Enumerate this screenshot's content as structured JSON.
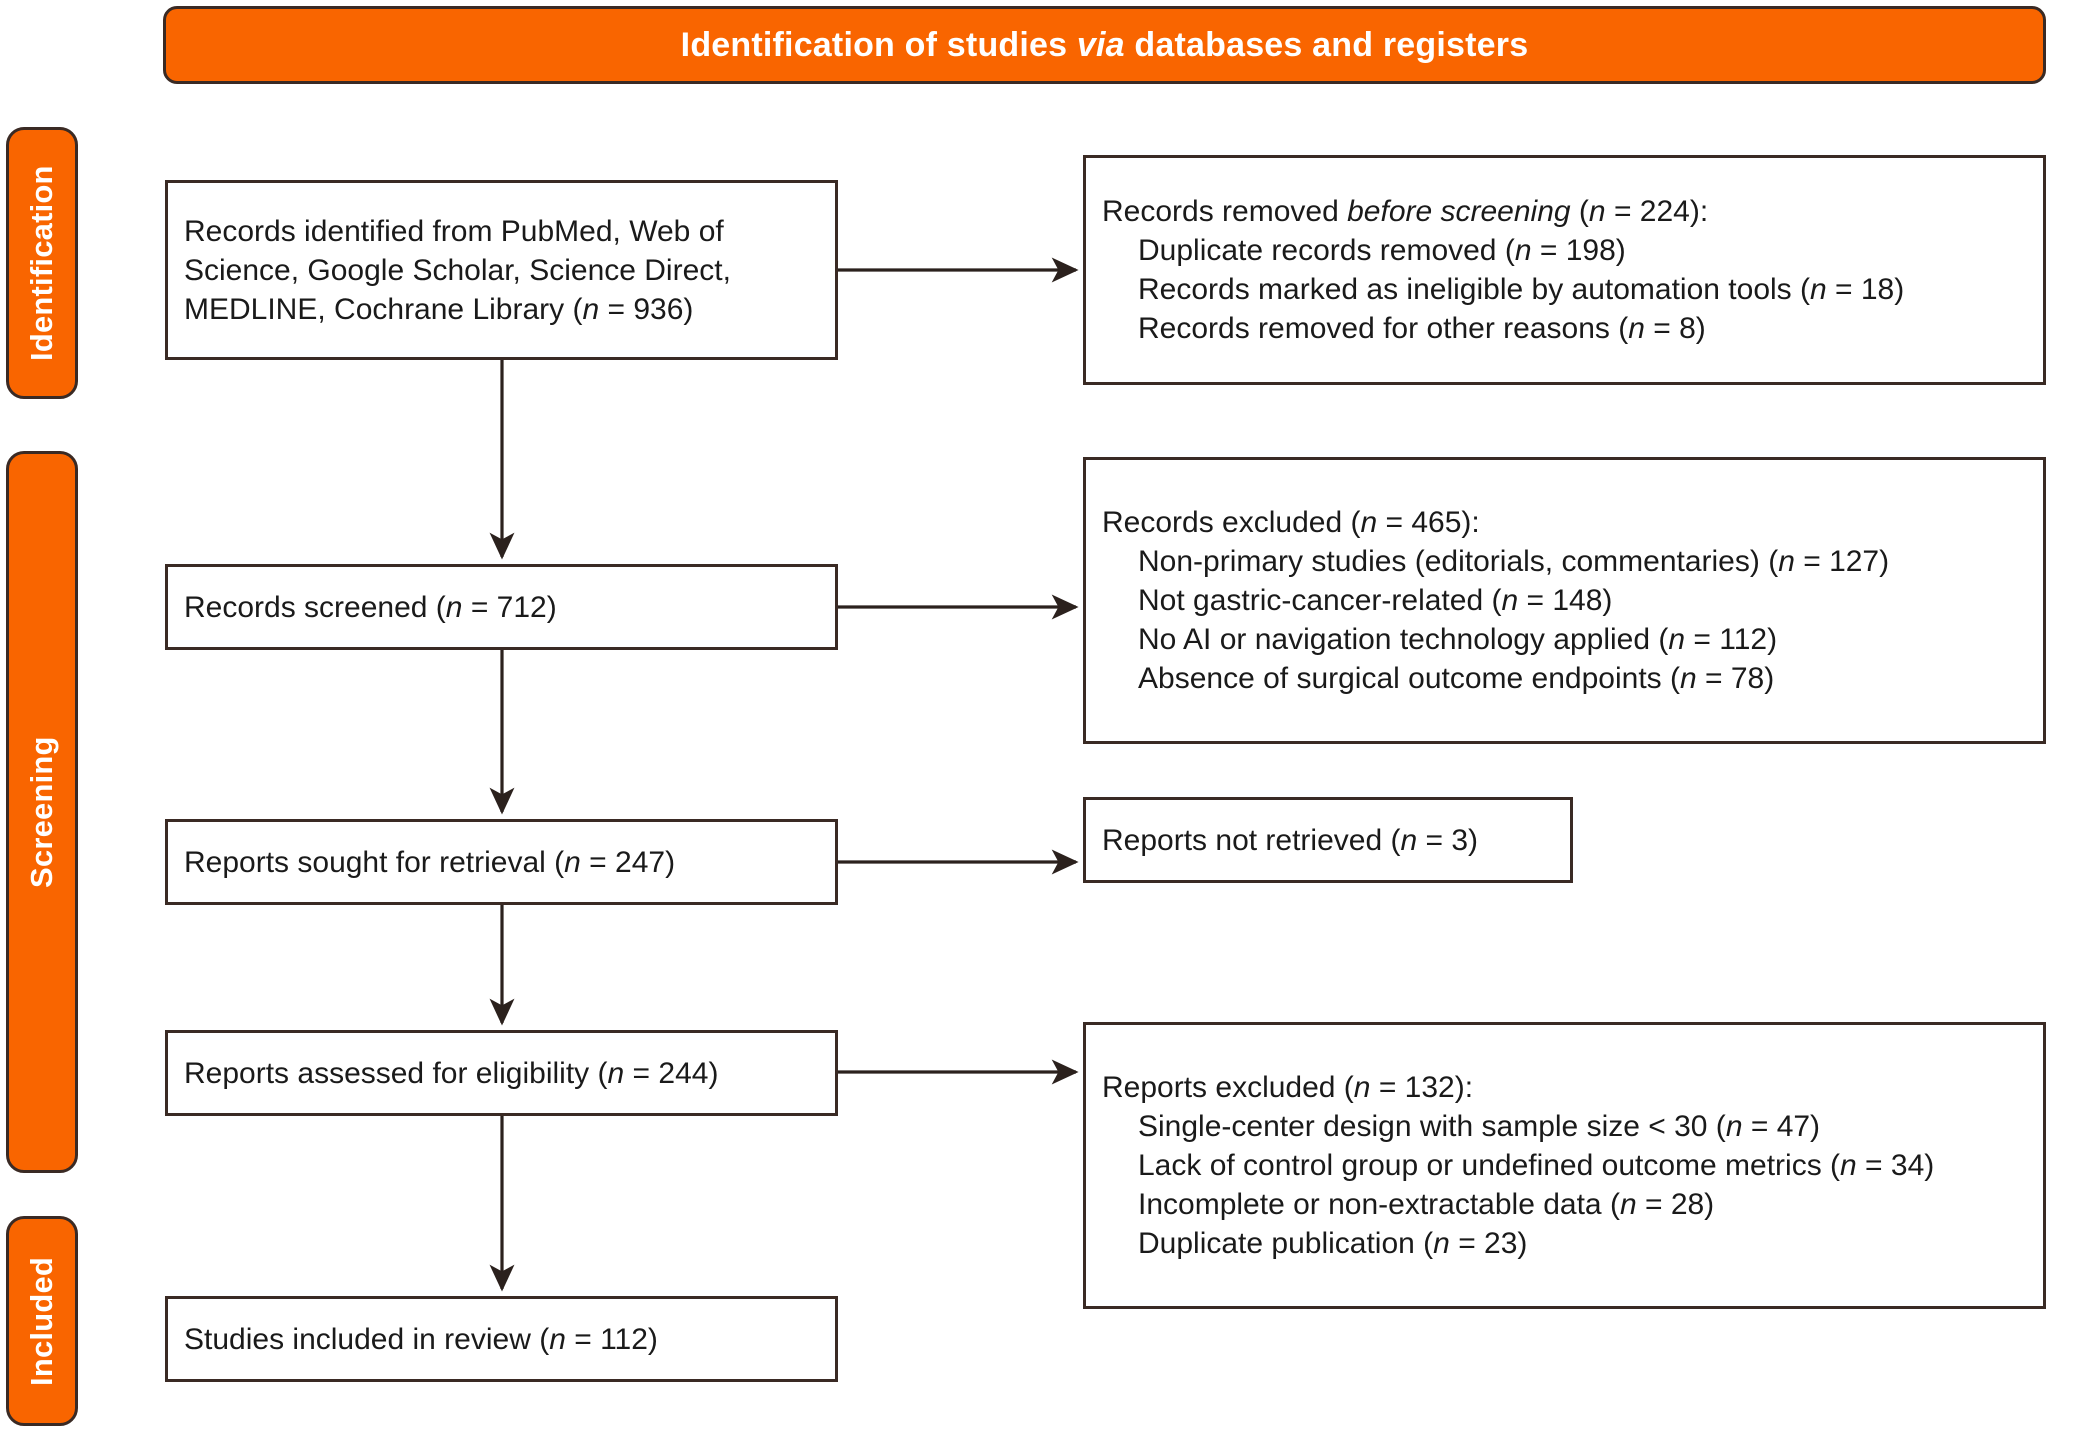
{
  "header": {
    "title_before": "Identification of studies ",
    "title_italic": "via",
    "title_after": " databases and registers"
  },
  "phases": {
    "identification": "Identification",
    "screening": "Screening",
    "included": "Included"
  },
  "boxes": {
    "identified": {
      "lines": [
        "Records identified from PubMed, Web of",
        "Science, Google Scholar, Science Direct,",
        "MEDLINE, Cochrane Library (n = 936)"
      ]
    },
    "screened": {
      "text": "Records screened (n = 712)"
    },
    "sought": {
      "text": "Reports sought for retrieval (n = 247)"
    },
    "assessed": {
      "text": "Reports assessed for eligibility (n = 244)"
    },
    "included": {
      "text": "Studies included in review (n = 112)"
    },
    "removed_before_screening": {
      "heading_before": "Records removed ",
      "heading_italic": "before screening",
      "heading_after": " (n = 224):",
      "items": [
        "Duplicate records removed (n = 198)",
        "Records marked as ineligible by automation tools (n = 18)",
        "Records removed for other reasons (n = 8)"
      ]
    },
    "records_excluded": {
      "heading": "Records excluded (n = 465):",
      "items": [
        "Non-primary studies (editorials, commentaries) (n = 127)",
        "Not gastric-cancer-related (n = 148)",
        "No AI or navigation technology applied (n = 112)",
        "Absence of surgical outcome endpoints (n = 78)"
      ]
    },
    "reports_not_retrieved": {
      "text": "Reports not retrieved (n = 3)"
    },
    "reports_excluded": {
      "heading": "Reports excluded (n = 132):",
      "items": [
        "Single-center design with sample size < 30 (n = 47)",
        "Lack of control group or undefined outcome metrics (n = 34)",
        "Incomplete or non-extractable data (n = 28)",
        "Duplicate publication (n = 23)"
      ]
    }
  },
  "colors": {
    "accent_orange": "#F96500",
    "outline": "#3a2a24",
    "text": "#1a1a1a",
    "banner_text": "#ffffff"
  },
  "chart_data": {
    "type": "diagram",
    "title": "PRISMA 2020 flow diagram",
    "nodes": [
      {
        "id": "identified",
        "label": "Records identified from PubMed, Web of Science, Google Scholar, Science Direct, MEDLINE, Cochrane Library",
        "n": 936,
        "phase": "Identification",
        "column": "left"
      },
      {
        "id": "removed_before_screening",
        "label": "Records removed before screening",
        "n": 224,
        "phase": "Identification",
        "column": "right"
      },
      {
        "id": "screened",
        "label": "Records screened",
        "n": 712,
        "phase": "Screening",
        "column": "left"
      },
      {
        "id": "records_excluded",
        "label": "Records excluded",
        "n": 465,
        "phase": "Screening",
        "column": "right"
      },
      {
        "id": "sought",
        "label": "Reports sought for retrieval",
        "n": 247,
        "phase": "Screening",
        "column": "left"
      },
      {
        "id": "not_retrieved",
        "label": "Reports not retrieved",
        "n": 3,
        "phase": "Screening",
        "column": "right"
      },
      {
        "id": "assessed",
        "label": "Reports assessed for eligibility",
        "n": 244,
        "phase": "Screening",
        "column": "left"
      },
      {
        "id": "reports_excluded",
        "label": "Reports excluded",
        "n": 132,
        "phase": "Screening",
        "column": "right"
      },
      {
        "id": "included",
        "label": "Studies included in review",
        "n": 112,
        "phase": "Included",
        "column": "left"
      }
    ],
    "breakdowns": {
      "removed_before_screening": [
        {
          "label": "Duplicate records removed",
          "n": 198
        },
        {
          "label": "Records marked as ineligible by automation tools",
          "n": 18
        },
        {
          "label": "Records removed for other reasons",
          "n": 8
        }
      ],
      "records_excluded": [
        {
          "label": "Non-primary studies (editorials, commentaries)",
          "n": 127
        },
        {
          "label": "Not gastric-cancer-related",
          "n": 148
        },
        {
          "label": "No AI or navigation technology applied",
          "n": 112
        },
        {
          "label": "Absence of surgical outcome endpoints",
          "n": 78
        }
      ],
      "reports_excluded": [
        {
          "label": "Single-center design with sample size < 30",
          "n": 47
        },
        {
          "label": "Lack of control group or undefined outcome metrics",
          "n": 34
        },
        {
          "label": "Incomplete or non-extractable data",
          "n": 28
        },
        {
          "label": "Duplicate publication",
          "n": 23
        }
      ]
    },
    "edges": [
      {
        "from": "identified",
        "to": "removed_before_screening",
        "direction": "horizontal"
      },
      {
        "from": "identified",
        "to": "screened",
        "direction": "vertical"
      },
      {
        "from": "screened",
        "to": "records_excluded",
        "direction": "horizontal"
      },
      {
        "from": "screened",
        "to": "sought",
        "direction": "vertical"
      },
      {
        "from": "sought",
        "to": "not_retrieved",
        "direction": "horizontal"
      },
      {
        "from": "sought",
        "to": "assessed",
        "direction": "vertical"
      },
      {
        "from": "assessed",
        "to": "reports_excluded",
        "direction": "horizontal"
      },
      {
        "from": "assessed",
        "to": "included",
        "direction": "vertical"
      }
    ]
  }
}
